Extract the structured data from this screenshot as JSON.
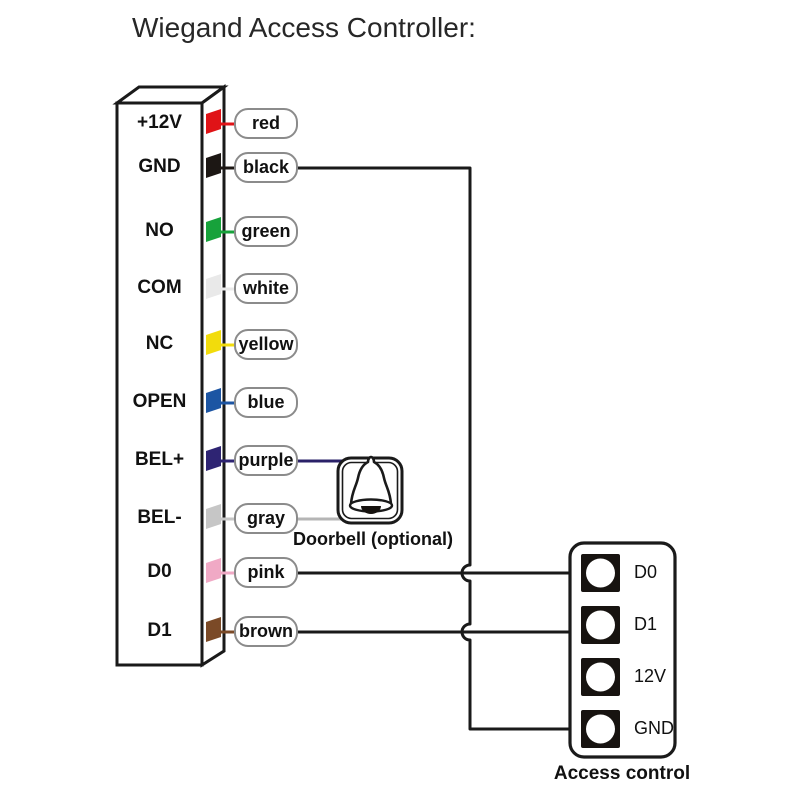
{
  "title": "Wiegand Access Controller:",
  "controller": {
    "terminals": [
      {
        "label": "+12V",
        "wire": "red",
        "color": "#e01317"
      },
      {
        "label": "GND",
        "wire": "black",
        "color": "#1c1714"
      },
      {
        "label": "NO",
        "wire": "green",
        "color": "#17a23b"
      },
      {
        "label": "COM",
        "wire": "white",
        "color": "#e9e9e9"
      },
      {
        "label": "NC",
        "wire": "yellow",
        "color": "#f2dc0c"
      },
      {
        "label": "OPEN",
        "wire": "blue",
        "color": "#1c55a3"
      },
      {
        "label": "BEL+",
        "wire": "purple",
        "color": "#2e2473"
      },
      {
        "label": "BEL-",
        "wire": "gray",
        "color": "#c6c6c6"
      },
      {
        "label": "D0",
        "wire": "pink",
        "color": "#f0a9c5"
      },
      {
        "label": "D1",
        "wire": "brown",
        "color": "#7b4a27"
      }
    ]
  },
  "doorbell": {
    "caption": "Doorbell (optional)"
  },
  "access_control": {
    "caption": "Access control",
    "terminals": [
      {
        "label": "D0"
      },
      {
        "label": "D1"
      },
      {
        "label": "12V"
      },
      {
        "label": "GND"
      }
    ]
  },
  "wires": {
    "signal_color": "#1a1a1a",
    "bell_positive_color": "#2a2168",
    "bell_negative_color": "#b5b5b5"
  }
}
